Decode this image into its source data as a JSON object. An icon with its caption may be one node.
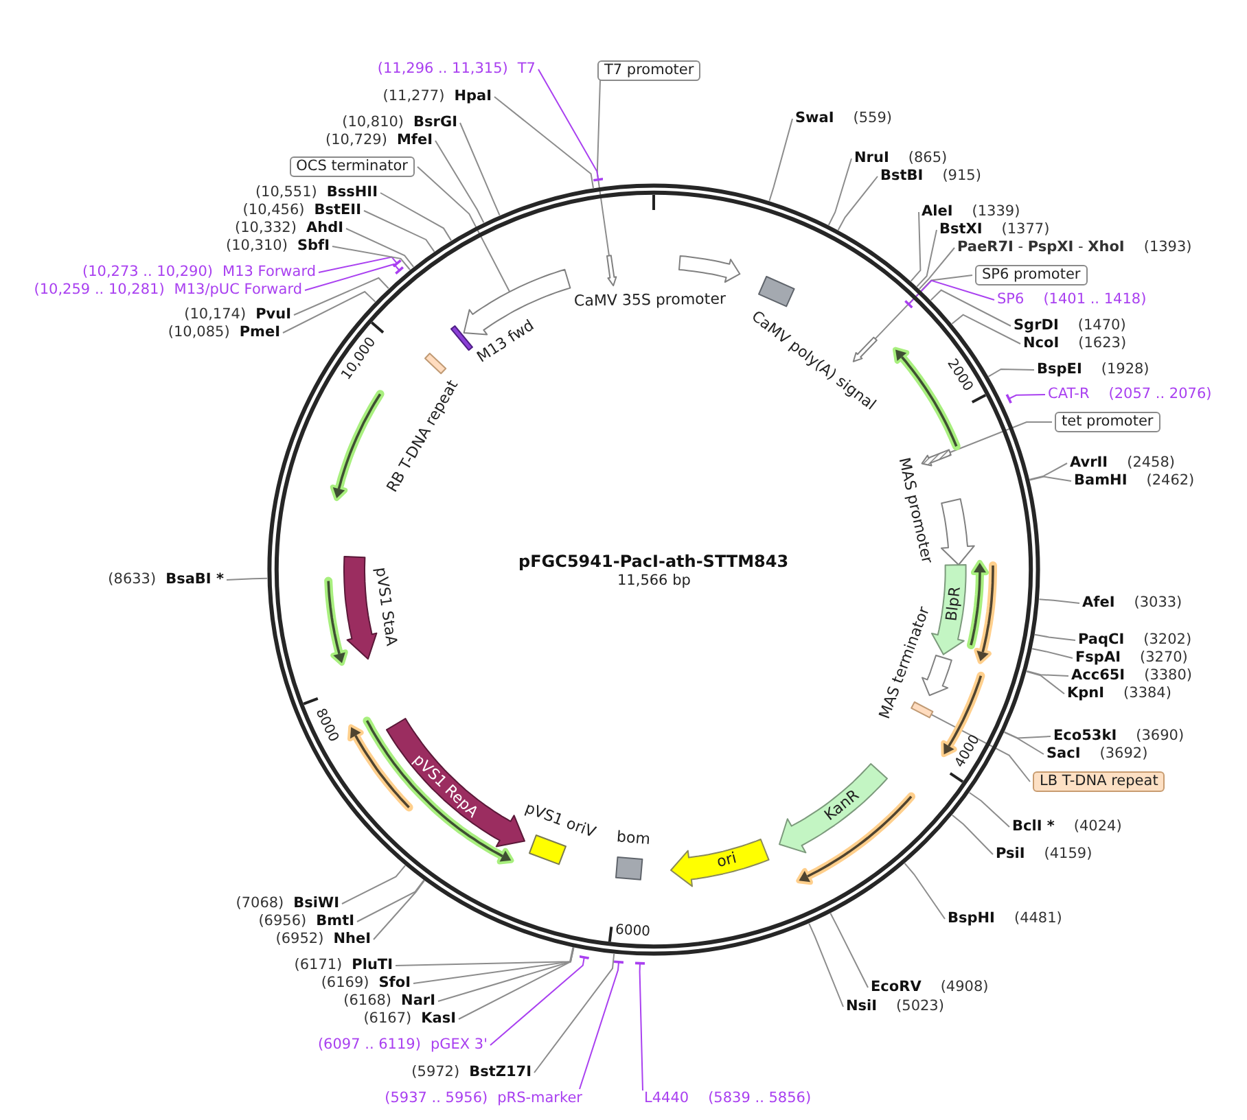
{
  "diagram": {
    "title": "pFGC5941-PacI-ath-STTM843",
    "nodes": [
      {
        "text": [
          "T7 promoter"
        ]
      },
      {
        "text": [
          "SwaI",
          "(559)"
        ]
      },
      {
        "text": [
          "NruI",
          "(865)"
        ]
      },
      {
        "text": [
          "BstBI",
          "(915)"
        ]
      },
      {
        "text": [
          "AleI",
          "(1339)"
        ]
      },
      {
        "text": [
          "BstXI",
          "(1377)"
        ]
      },
      {
        "text": [
          "**PaeR7I** - **PspXI** - **XhoI**",
          "(1393)"
        ]
      },
      {
        "text": [
          "SP6 promoter"
        ]
      },
      {
        "text": [
          "SP6",
          "(1401 .. 1418)"
        ]
      },
      {
        "text": [
          "SgrDI",
          "(1470)"
        ]
      },
      {
        "text": [
          "NcoI",
          "(1623)"
        ]
      },
      {
        "text": [
          "BspEI",
          "(1928)"
        ]
      },
      {
        "text": [
          "CAT-R",
          "(2057 .. 2076)"
        ]
      },
      {
        "text": [
          "tet promoter"
        ]
      },
      {
        "text": [
          "AvrII",
          "(2458)"
        ]
      },
      {
        "text": [
          "BamHI",
          "(2462)"
        ]
      },
      {
        "text": [
          "AfeI",
          "(3033)"
        ]
      },
      {
        "text": [
          "PaqCI",
          "(3202)"
        ]
      },
      {
        "text": [
          "FspAI",
          "(3270)"
        ]
      },
      {
        "text": [
          "Acc65I",
          "(3380)"
        ]
      },
      {
        "text": [
          "KpnI",
          "(3384)"
        ]
      },
      {
        "text": [
          "Eco53kI",
          "(3690)"
        ]
      },
      {
        "text": [
          "SacI",
          "(3692)"
        ]
      },
      {
        "text": [
          "LB T-DNA repeat"
        ]
      },
      {
        "text": [
          "BclI *",
          "(4024)"
        ]
      },
      {
        "text": [
          "PsiI",
          "(4159)"
        ]
      },
      {
        "text": [
          "BspHI",
          "(4481)"
        ]
      },
      {
        "text": [
          "EcoRV",
          "(4908)"
        ]
      },
      {
        "text": [
          "NsiI",
          "(5023)"
        ]
      },
      {
        "text": [
          "L4440",
          "(5839 .. 5856)"
        ]
      },
      {
        "text": [
          "(5937 .. 5956)",
          "pRS-marker"
        ]
      },
      {
        "text": [
          "(5972)",
          "BstZ17I"
        ]
      },
      {
        "text": [
          "(6097 .. 6119)",
          "pGEX 3'"
        ]
      },
      {
        "text": [
          "(6167)",
          "KasI"
        ]
      },
      {
        "text": [
          "(6168)",
          "NarI"
        ]
      },
      {
        "text": [
          "(6169)",
          "SfoI"
        ]
      },
      {
        "text": [
          "(6171)",
          "PluTI"
        ]
      },
      {
        "text": [
          "(6952)",
          "NheI"
        ]
      },
      {
        "text": [
          "(6956)",
          "BmtI"
        ]
      },
      {
        "text": [
          "(7068)",
          "BsiWI"
        ]
      },
      {
        "text": [
          "(8633)",
          "BsaBI *"
        ]
      },
      {
        "text": [
          "(10,085)",
          "PmeI"
        ]
      },
      {
        "text": [
          "(10,174)",
          "PvuI"
        ]
      },
      {
        "text": [
          "(10,259 .. 10,281)",
          "M13/pUC Forward"
        ]
      },
      {
        "text": [
          "(10,273 .. 10,290)",
          "M13 Forward"
        ]
      },
      {
        "text": [
          "(10,310)",
          "SbfI"
        ]
      },
      {
        "text": [
          "(10,332)",
          "AhdI"
        ]
      },
      {
        "text": [
          "(10,456)",
          "BstEII"
        ]
      },
      {
        "text": [
          "(10,551)",
          "BssHII"
        ]
      },
      {
        "text": [
          "OCS terminator"
        ]
      },
      {
        "text": [
          "(10,729)",
          "MfeI"
        ]
      },
      {
        "text": [
          "(10,810)",
          "BsrGI"
        ]
      },
      {
        "text": [
          "(11,277)",
          "HpaI"
        ]
      },
      {
        "text": [
          "(11,296 .. 11,315)",
          "T7"
        ]
      },
      {
        "text": [],
        "shape": "circle"
      },
      {
        "text": [
          "CaMV 35S promoter"
        ],
        "in": 54
      },
      {
        "text": [
          "CaMV poly(A) signal"
        ],
        "in": 54
      },
      {
        "text": [],
        "shape": "arrow",
        "in": 54
      },
      {
        "text": [],
        "shape": "arrow",
        "in": 54
      },
      {
        "text": [
          "MAS promoter"
        ],
        "in": 54
      },
      {
        "text": [
          "BlpR"
        ],
        "in": 54
      },
      {
        "text": [
          "MAS terminator"
        ],
        "in": 54
      },
      {
        "text": [],
        "shape": "bar",
        "in": 54
      },
      {
        "text": [
          "KanR"
        ],
        "in": 54
      },
      {
        "text": [
          "ori"
        ],
        "in": 54
      },
      {
        "text": [
          "bom"
        ],
        "in": 54
      },
      {
        "text": [
          "pVS1 oriV"
        ],
        "in": 54
      },
      {
        "text": [
          "pVS1 RepA"
        ],
        "in": 54
      },
      {
        "text": [
          "pVS1 StaA"
        ],
        "in": 54
      },
      {
        "text": [
          "RB T-DNA repeat"
        ],
        "in": 54
      },
      {
        "text": [
          "M13 fwd"
        ],
        "in": 54
      },
      {
        "text": [],
        "shape": "arrow",
        "in": 54
      },
      {
        "text": [],
        "shape": "arrow",
        "in": 54
      },
      {
        "text": [],
        "shape": "arrow",
        "in": 54
      },
      {
        "text": [],
        "shape": "arrow",
        "in": 54
      },
      {
        "text": [],
        "shape": "arrow",
        "in": 54
      },
      {
        "text": [],
        "shape": "arrow",
        "in": 54
      },
      {
        "text": [],
        "shape": "arrow",
        "in": 54
      },
      {
        "text": [],
        "shape": "arrow",
        "in": 54
      },
      {
        "text": [],
        "shape": "arrow",
        "in": 54
      },
      {
        "text": [],
        "shape": "arrow",
        "in": 54
      },
      {
        "text": [],
        "shape": "arrow",
        "in": 54
      }
    ],
    "edges": [
      {
        "from": 0,
        "to": 72,
        "arrow": "none"
      },
      {
        "from": 1,
        "to": 54,
        "arrow": "none"
      },
      {
        "from": 2,
        "to": 54,
        "arrow": "none"
      },
      {
        "from": 3,
        "to": 54,
        "arrow": "none"
      },
      {
        "from": 4,
        "to": 54,
        "arrow": "none"
      },
      {
        "from": 5,
        "to": 54,
        "arrow": "none"
      },
      {
        "from": 6,
        "to": 54,
        "arrow": "none"
      },
      {
        "from": 7,
        "to": 57,
        "arrow": "none"
      },
      {
        "from": 8,
        "to": 54,
        "arrow": "other",
        "color": "#a940f0"
      },
      {
        "from": 9,
        "to": 54,
        "arrow": "none"
      },
      {
        "from": 10,
        "to": 54,
        "arrow": "none"
      },
      {
        "from": 11,
        "to": 54,
        "arrow": "none"
      },
      {
        "from": 12,
        "to": 54,
        "arrow": "other",
        "color": "#a940f0"
      },
      {
        "from": 13,
        "to": 58,
        "arrow": "none"
      },
      {
        "from": 14,
        "to": 54,
        "arrow": "none"
      },
      {
        "from": 15,
        "to": 54,
        "arrow": "none"
      },
      {
        "from": 16,
        "to": 54,
        "arrow": "none"
      },
      {
        "from": 17,
        "to": 54,
        "arrow": "none"
      },
      {
        "from": 18,
        "to": 54,
        "arrow": "none"
      },
      {
        "from": 19,
        "to": 54,
        "arrow": "none"
      },
      {
        "from": 20,
        "to": 54,
        "arrow": "none"
      },
      {
        "from": 21,
        "to": 54,
        "arrow": "none"
      },
      {
        "from": 22,
        "to": 54,
        "arrow": "none"
      },
      {
        "from": 23,
        "to": 62,
        "arrow": "none"
      },
      {
        "from": 24,
        "to": 54,
        "arrow": "none"
      },
      {
        "from": 25,
        "to": 54,
        "arrow": "none"
      },
      {
        "from": 26,
        "to": 54,
        "arrow": "none"
      },
      {
        "from": 27,
        "to": 54,
        "arrow": "none"
      },
      {
        "from": 28,
        "to": 54,
        "arrow": "none"
      },
      {
        "from": 29,
        "to": 54,
        "arrow": "other",
        "color": "#a940f0"
      },
      {
        "from": 30,
        "to": 54,
        "arrow": "other",
        "color": "#a940f0"
      },
      {
        "from": 31,
        "to": 54,
        "arrow": "none"
      },
      {
        "from": 32,
        "to": 54,
        "arrow": "other",
        "color": "#a940f0"
      },
      {
        "from": 33,
        "to": 54,
        "arrow": "none"
      },
      {
        "from": 34,
        "to": 54,
        "arrow": "none"
      },
      {
        "from": 35,
        "to": 54,
        "arrow": "none"
      },
      {
        "from": 36,
        "to": 54,
        "arrow": "none"
      },
      {
        "from": 37,
        "to": 54,
        "arrow": "none"
      },
      {
        "from": 38,
        "to": 54,
        "arrow": "none"
      },
      {
        "from": 39,
        "to": 54,
        "arrow": "none"
      },
      {
        "from": 40,
        "to": 54,
        "arrow": "none"
      },
      {
        "from": 41,
        "to": 54,
        "arrow": "none"
      },
      {
        "from": 42,
        "to": 54,
        "arrow": "none"
      },
      {
        "from": 43,
        "to": 54,
        "arrow": "other",
        "color": "#a940f0"
      },
      {
        "from": 44,
        "to": 54,
        "arrow": "other",
        "color": "#a940f0"
      },
      {
        "from": 45,
        "to": 54,
        "arrow": "none"
      },
      {
        "from": 46,
        "to": 54,
        "arrow": "none"
      },
      {
        "from": 47,
        "to": 54,
        "arrow": "none"
      },
      {
        "from": 48,
        "to": 54,
        "arrow": "none"
      },
      {
        "from": 49,
        "to": 71,
        "arrow": "none"
      },
      {
        "from": 50,
        "to": 54,
        "arrow": "none"
      },
      {
        "from": 51,
        "to": 54,
        "arrow": "none"
      },
      {
        "from": 52,
        "to": 54,
        "arrow": "none"
      },
      {
        "from": 53,
        "to": 54,
        "arrow": "other",
        "color": "#a940f0"
      }
    ],
    "labels": [
      "11,566 bp",
      "2000",
      "4000",
      "6000",
      "8000",
      "10,000"
    ]
  }
}
